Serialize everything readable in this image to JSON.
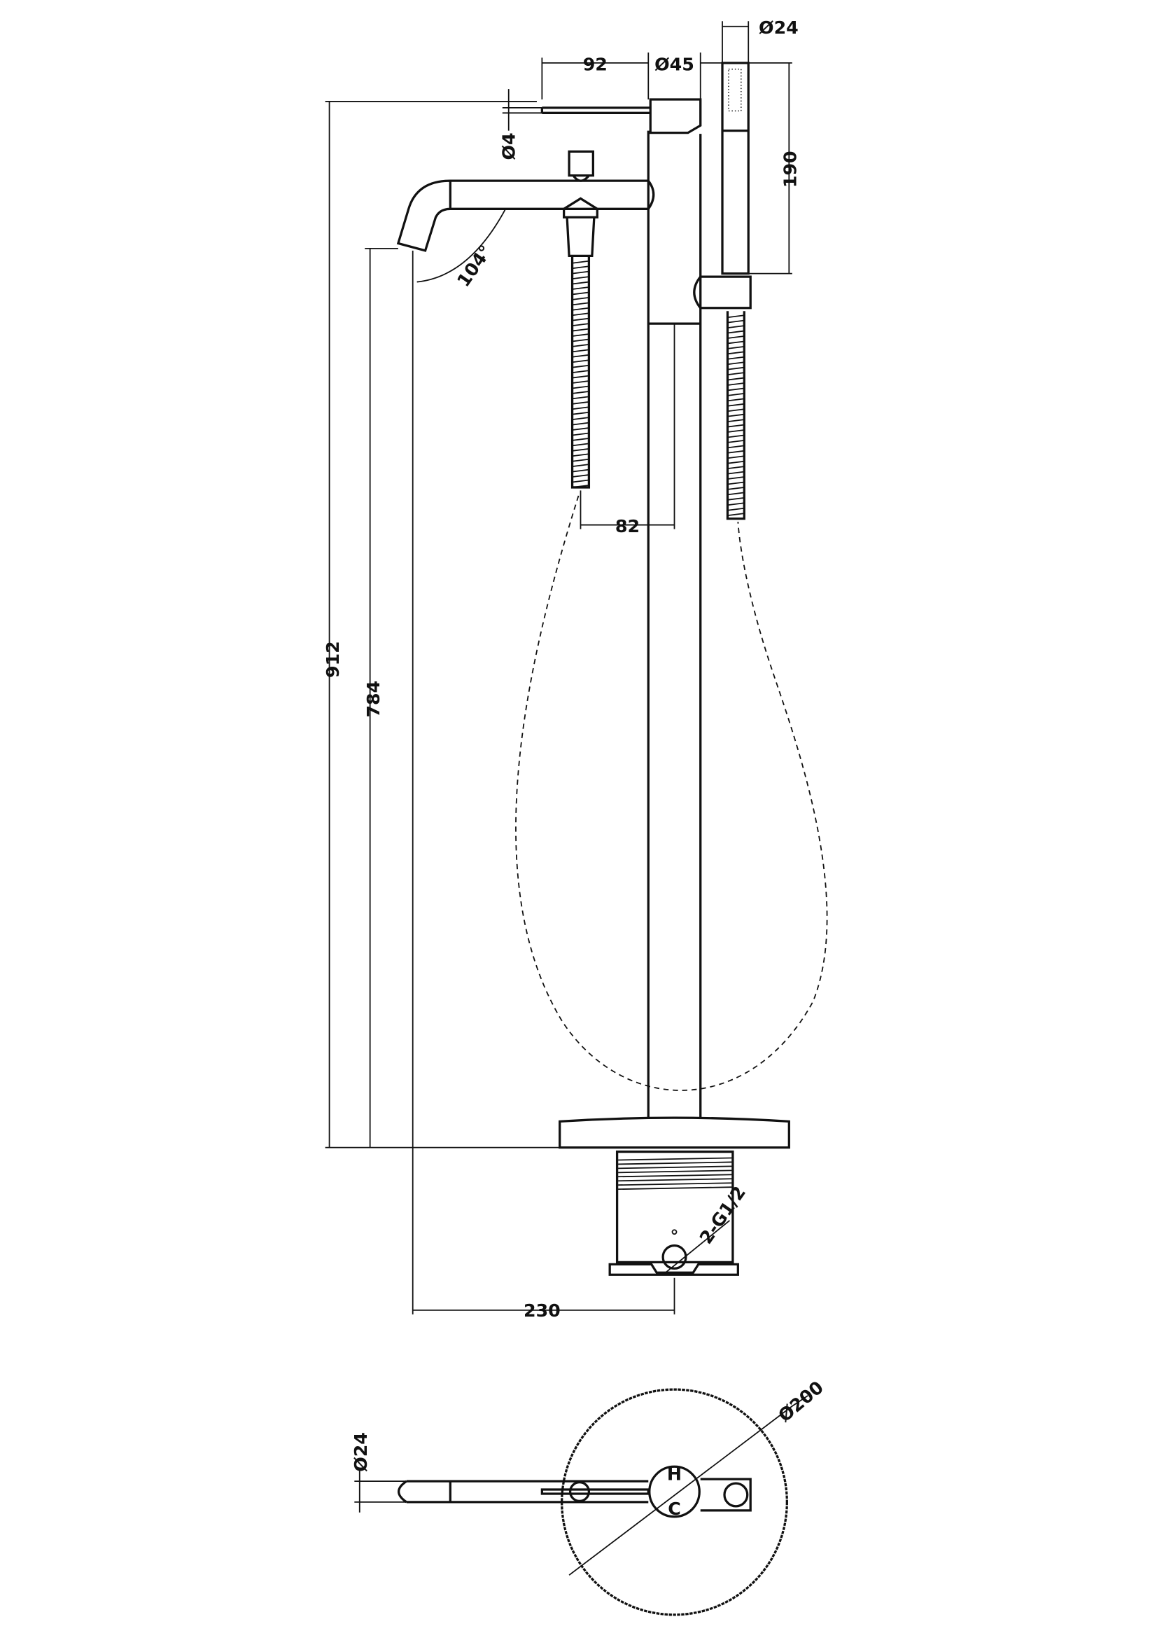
{
  "title": "Freestanding bath shower mixer - technical drawing",
  "dimensions": {
    "total_height": "912",
    "spout_height": "784",
    "spout_reach": "230",
    "lever_length": "92",
    "body_diameter": "Ø45",
    "handset_diameter": "Ø24",
    "handset_length": "190",
    "lever_diameter": "Ø4",
    "spout_angle": "104°",
    "hose_offset": "82",
    "inlet_thread": "2-G1/2",
    "base_diameter": "Ø200",
    "spout_diameter": "Ø24"
  },
  "plan_marks": {
    "hot": "H",
    "cold": "C"
  },
  "colors": {
    "line": "#111111",
    "background": "#ffffff"
  }
}
